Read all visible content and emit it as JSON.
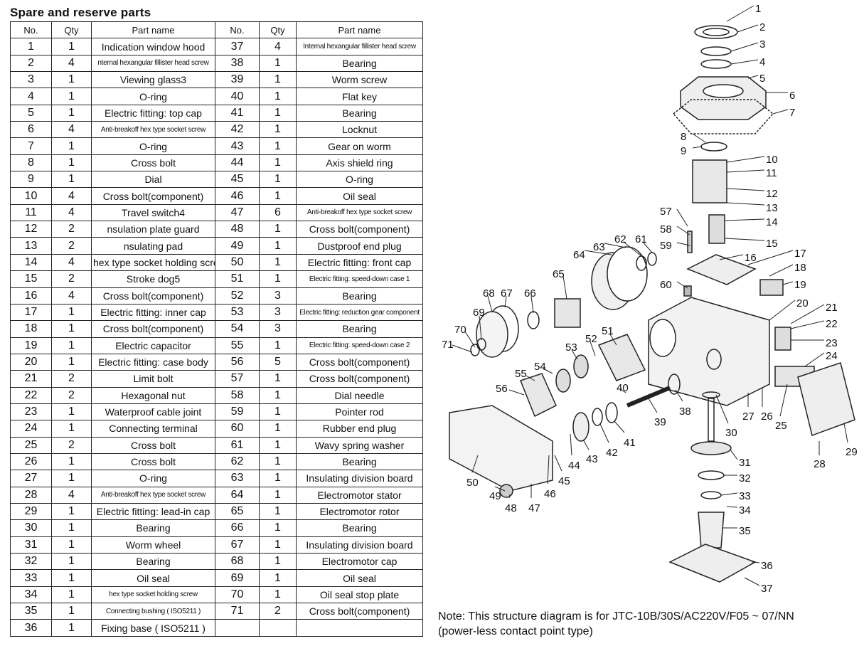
{
  "title": "Spare and reserve parts",
  "columns": {
    "no": "No.",
    "qty": "Qty",
    "name": "Part name"
  },
  "left_rows": [
    {
      "no": "1",
      "qty": "1",
      "name": "Indication window hood"
    },
    {
      "no": "2",
      "qty": "4",
      "name": "nternal hexangular fillister head screw",
      "small": true
    },
    {
      "no": "3",
      "qty": "1",
      "name": "Viewing glass3"
    },
    {
      "no": "4",
      "qty": "1",
      "name": "O-ring"
    },
    {
      "no": "5",
      "qty": "1",
      "name": "Electric fitting: top cap"
    },
    {
      "no": "6",
      "qty": "4",
      "name": "Anti-breakoff hex type socket screw",
      "small": true
    },
    {
      "no": "7",
      "qty": "1",
      "name": "O-ring"
    },
    {
      "no": "8",
      "qty": "1",
      "name": "Cross bolt"
    },
    {
      "no": "9",
      "qty": "1",
      "name": "Dial"
    },
    {
      "no": "10",
      "qty": "4",
      "name": "Cross bolt(component)"
    },
    {
      "no": "11",
      "qty": "4",
      "name": "Travel switch4"
    },
    {
      "no": "12",
      "qty": "2",
      "name": "nsulation plate guard"
    },
    {
      "no": "13",
      "qty": "2",
      "name": "nsulating pad"
    },
    {
      "no": "14",
      "qty": "4",
      "name": "hex type socket holding screw"
    },
    {
      "no": "15",
      "qty": "2",
      "name": "Stroke dog5"
    },
    {
      "no": "16",
      "qty": "4",
      "name": "Cross bolt(component)"
    },
    {
      "no": "17",
      "qty": "1",
      "name": "Electric fitting: inner cap"
    },
    {
      "no": "18",
      "qty": "1",
      "name": "Cross bolt(component)"
    },
    {
      "no": "19",
      "qty": "1",
      "name": "Electric capacitor"
    },
    {
      "no": "20",
      "qty": "1",
      "name": "Electric fitting: case body"
    },
    {
      "no": "21",
      "qty": "2",
      "name": "Limit bolt"
    },
    {
      "no": "22",
      "qty": "2",
      "name": "Hexagonal nut"
    },
    {
      "no": "23",
      "qty": "1",
      "name": "Waterproof cable joint"
    },
    {
      "no": "24",
      "qty": "1",
      "name": "Connecting terminal"
    },
    {
      "no": "25",
      "qty": "2",
      "name": "Cross bolt"
    },
    {
      "no": "26",
      "qty": "1",
      "name": "Cross bolt"
    },
    {
      "no": "27",
      "qty": "1",
      "name": "O-ring"
    },
    {
      "no": "28",
      "qty": "4",
      "name": "Anti-breakoff hex type socket screw",
      "small": true
    },
    {
      "no": "29",
      "qty": "1",
      "name": "Electric fitting: lead-in cap"
    },
    {
      "no": "30",
      "qty": "1",
      "name": "Bearing"
    },
    {
      "no": "31",
      "qty": "1",
      "name": "Worm wheel"
    },
    {
      "no": "32",
      "qty": "1",
      "name": "Bearing"
    },
    {
      "no": "33",
      "qty": "1",
      "name": "Oil seal"
    },
    {
      "no": "34",
      "qty": "1",
      "name": "hex type socket holding screw",
      "small": true
    },
    {
      "no": "35",
      "qty": "1",
      "name": "Connecting bushing ( ISO5211 )",
      "small": true
    },
    {
      "no": "36",
      "qty": "1",
      "name": "Fixing base ( ISO5211 )"
    }
  ],
  "right_rows": [
    {
      "no": "37",
      "qty": "4",
      "name": "Internal hexangular fillister head screw",
      "small": true
    },
    {
      "no": "38",
      "qty": "1",
      "name": "Bearing"
    },
    {
      "no": "39",
      "qty": "1",
      "name": "Worm screw"
    },
    {
      "no": "40",
      "qty": "1",
      "name": "Flat key"
    },
    {
      "no": "41",
      "qty": "1",
      "name": "Bearing"
    },
    {
      "no": "42",
      "qty": "1",
      "name": "Locknut"
    },
    {
      "no": "43",
      "qty": "1",
      "name": "Gear on worm"
    },
    {
      "no": "44",
      "qty": "1",
      "name": "Axis shield ring"
    },
    {
      "no": "45",
      "qty": "1",
      "name": "O-ring"
    },
    {
      "no": "46",
      "qty": "1",
      "name": "Oil seal"
    },
    {
      "no": "47",
      "qty": "6",
      "name": "Anti-breakoff hex type socket screw",
      "small": true
    },
    {
      "no": "48",
      "qty": "1",
      "name": "Cross bolt(component)"
    },
    {
      "no": "49",
      "qty": "1",
      "name": "Dustproof end plug"
    },
    {
      "no": "50",
      "qty": "1",
      "name": "Electric fitting: front cap"
    },
    {
      "no": "51",
      "qty": "1",
      "name": "Electric fitting: speed-down case 1",
      "small": true
    },
    {
      "no": "52",
      "qty": "3",
      "name": "Bearing"
    },
    {
      "no": "53",
      "qty": "3",
      "name": "Electric fitting: reduction gear component",
      "small": true
    },
    {
      "no": "54",
      "qty": "3",
      "name": "Bearing"
    },
    {
      "no": "55",
      "qty": "1",
      "name": "Electric fitting: speed-down case 2",
      "small": true
    },
    {
      "no": "56",
      "qty": "5",
      "name": "Cross bolt(component)"
    },
    {
      "no": "57",
      "qty": "1",
      "name": "Cross bolt(component)"
    },
    {
      "no": "58",
      "qty": "1",
      "name": "Dial needle"
    },
    {
      "no": "59",
      "qty": "1",
      "name": "Pointer rod"
    },
    {
      "no": "60",
      "qty": "1",
      "name": "Rubber end plug"
    },
    {
      "no": "61",
      "qty": "1",
      "name": "Wavy spring washer"
    },
    {
      "no": "62",
      "qty": "1",
      "name": "Bearing"
    },
    {
      "no": "63",
      "qty": "1",
      "name": "Insulating division board"
    },
    {
      "no": "64",
      "qty": "1",
      "name": "Electromotor stator"
    },
    {
      "no": "65",
      "qty": "1",
      "name": "Electromotor rotor"
    },
    {
      "no": "66",
      "qty": "1",
      "name": "Bearing"
    },
    {
      "no": "67",
      "qty": "1",
      "name": "Insulating division board"
    },
    {
      "no": "68",
      "qty": "1",
      "name": "Electromotor cap"
    },
    {
      "no": "69",
      "qty": "1",
      "name": "Oil seal"
    },
    {
      "no": "70",
      "qty": "1",
      "name": "Oil seal stop plate"
    },
    {
      "no": "71",
      "qty": "2",
      "name": "Cross bolt(component)"
    },
    {
      "no": "",
      "qty": "",
      "name": ""
    }
  ],
  "diagram_labels": [
    "1",
    "2",
    "3",
    "4",
    "5",
    "6",
    "7",
    "8",
    "9",
    "10",
    "11",
    "12",
    "13",
    "14",
    "15",
    "16",
    "17",
    "18",
    "19",
    "20",
    "21",
    "22",
    "23",
    "24",
    "25",
    "26",
    "27",
    "28",
    "29",
    "30",
    "31",
    "32",
    "33",
    "34",
    "35",
    "36",
    "37",
    "38",
    "39",
    "40",
    "41",
    "42",
    "43",
    "44",
    "45",
    "46",
    "47",
    "48",
    "49",
    "50",
    "51",
    "52",
    "53",
    "54",
    "55",
    "56",
    "57",
    "58",
    "59",
    "60",
    "61",
    "62",
    "63",
    "64",
    "65",
    "66",
    "67",
    "68",
    "69",
    "70",
    "71"
  ],
  "note": {
    "line1": "Note: This structure diagram is for JTC-10B/30S/AC220V/F05 ~ 07/NN",
    "line2": "(power-less contact point type)"
  }
}
